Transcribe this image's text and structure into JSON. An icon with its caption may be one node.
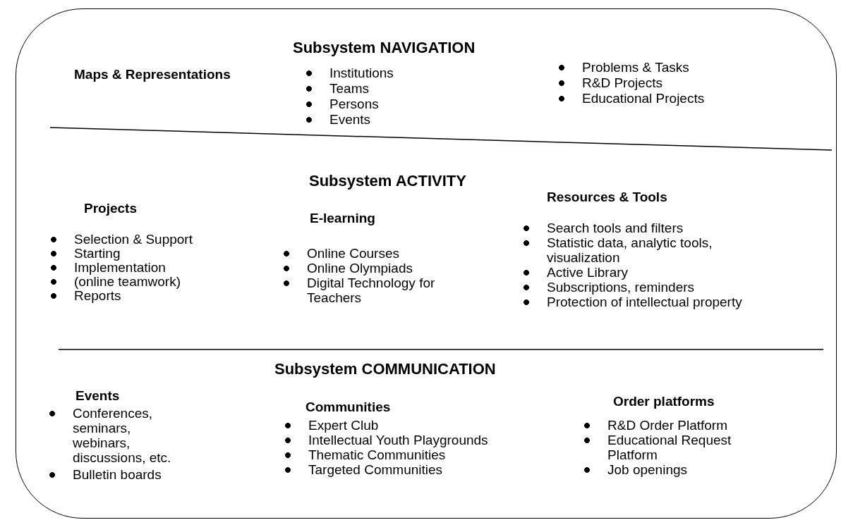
{
  "diagram": {
    "nodes": [
      {
        "text": [
          "Subsystem NAVIGATION",
          "Maps & Representations",
          "Institutions",
          "Teams",
          "Persons",
          "Events",
          "Problems & Tasks",
          "R&D Projects",
          "Educational Projects",
          "Subsystem ACTIVITY",
          "Projects",
          "Selection & Support",
          "Starting",
          "Implementation",
          "(online teamwork)",
          "Reports",
          "E-learning",
          "Online Courses",
          "Online Olympiads",
          "Digital Technology for Teachers",
          "Resources & Tools",
          "Search tools and filters",
          "Statistic data, analytic tools, visualization",
          "Active Library",
          "Subscriptions, reminders",
          "Protection of intellectual property",
          "Subsystem COMMUNICATION",
          "Events",
          "Communities",
          "Order platforms",
          "Conferences, seminars, webinars, discussions, etc.",
          "Bulletin boards",
          "Expert Club",
          "Intellectual Youth Playgrounds",
          "Thematic Communities",
          "Targeted Communities",
          "R&D Order Platform",
          "Educational Request Platform",
          "Job openings"
        ]
      }
    ]
  }
}
